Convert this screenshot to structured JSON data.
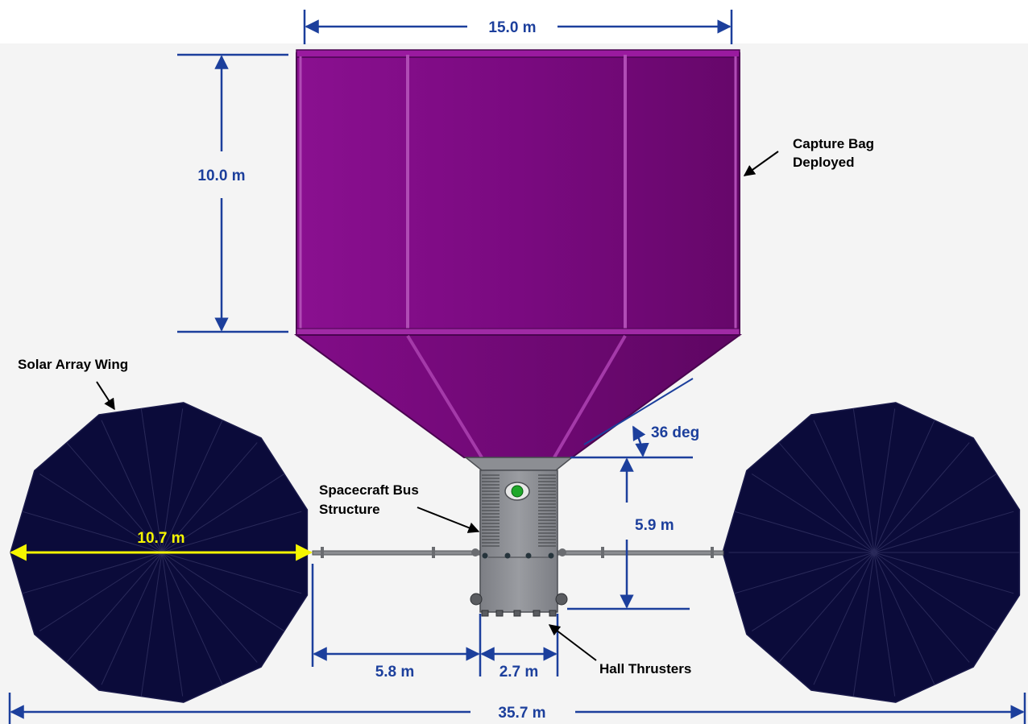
{
  "dimensions": {
    "bag_width": "15.0 m",
    "bag_height": "10.0 m",
    "cone_angle": "36 deg",
    "bus_height": "5.9 m",
    "array_diameter": "10.7 m",
    "boom_length": "5.8 m",
    "bus_width": "2.7 m",
    "overall_span": "35.7 m"
  },
  "callouts": {
    "capture_bag_line1": "Capture Bag",
    "capture_bag_line2": "Deployed",
    "solar_array": "Solar Array Wing",
    "bus_line1": "Spacecraft Bus",
    "bus_line2": "Structure",
    "thrusters": "Hall Thrusters"
  },
  "colors": {
    "capture_bag": "#7a0a7e",
    "solar_array": "#0b0b3a",
    "bus": "#8f9196",
    "dimension": "#1c3f9c",
    "array_dimension": "#f5f500",
    "background": "#f4f4f4"
  }
}
